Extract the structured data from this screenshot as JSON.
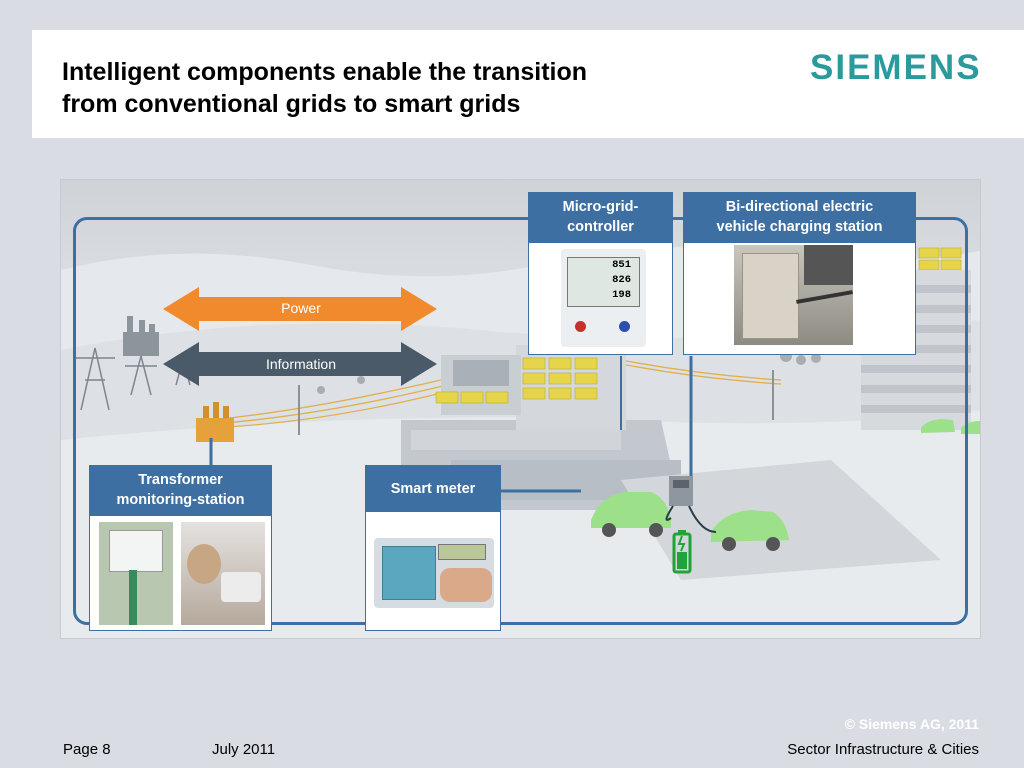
{
  "header": {
    "title_line1": "Intelligent components enable the transition",
    "title_line2": "from conventional grids to smart grids",
    "logo": "SIEMENS"
  },
  "colors": {
    "brand": "#2a9a9c",
    "box_blue": "#3d6fa3",
    "power_arrow": "#f08a2c",
    "information_arrow": "#4a5a68",
    "battery_green": "#22a33a"
  },
  "diagram": {
    "arrows": {
      "power": "Power",
      "information": "Information"
    },
    "boxes": {
      "micro_grid": "Micro-grid-\ncontroller",
      "charging_station": "Bi-directional electric\nvehicle charging station",
      "transformer": "Transformer\nmonitoring-station",
      "smart_meter": "Smart meter"
    },
    "controller_display": [
      "851",
      "826",
      "198"
    ]
  },
  "footer": {
    "page": "Page 8",
    "date": "July 2011",
    "copyright": "© Siemens AG, 2011",
    "division": "Sector Infrastructure & Cities"
  }
}
